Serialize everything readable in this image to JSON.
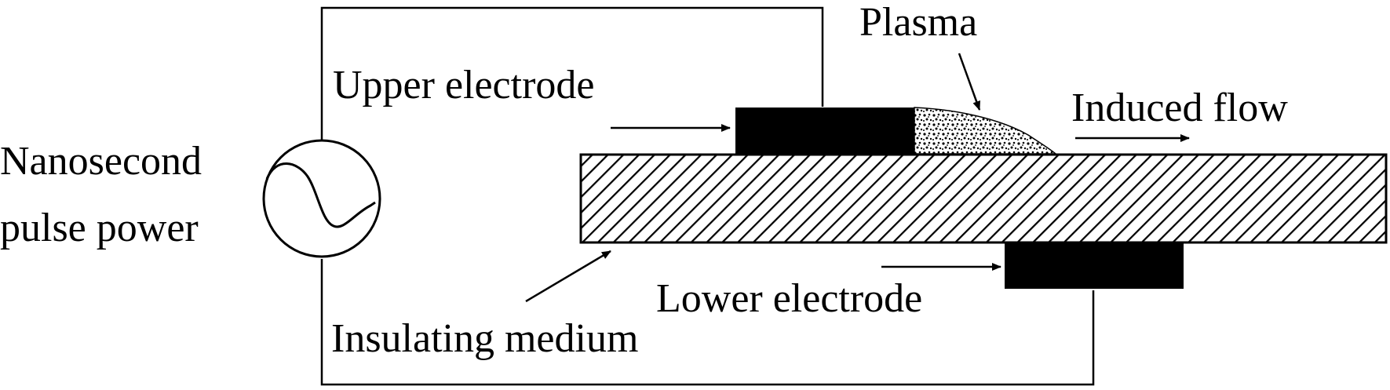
{
  "labels": {
    "power_line1": "Nanosecond",
    "power_line2": "pulse power",
    "upper_electrode": "Upper electrode",
    "plasma": "Plasma",
    "induced_flow": "Induced flow",
    "lower_electrode": "Lower electrode",
    "insulating_medium": "Insulating medium"
  },
  "colors": {
    "ink": "#000000",
    "background": "#ffffff"
  },
  "icons": {
    "power_source": "ac-source-icon"
  }
}
